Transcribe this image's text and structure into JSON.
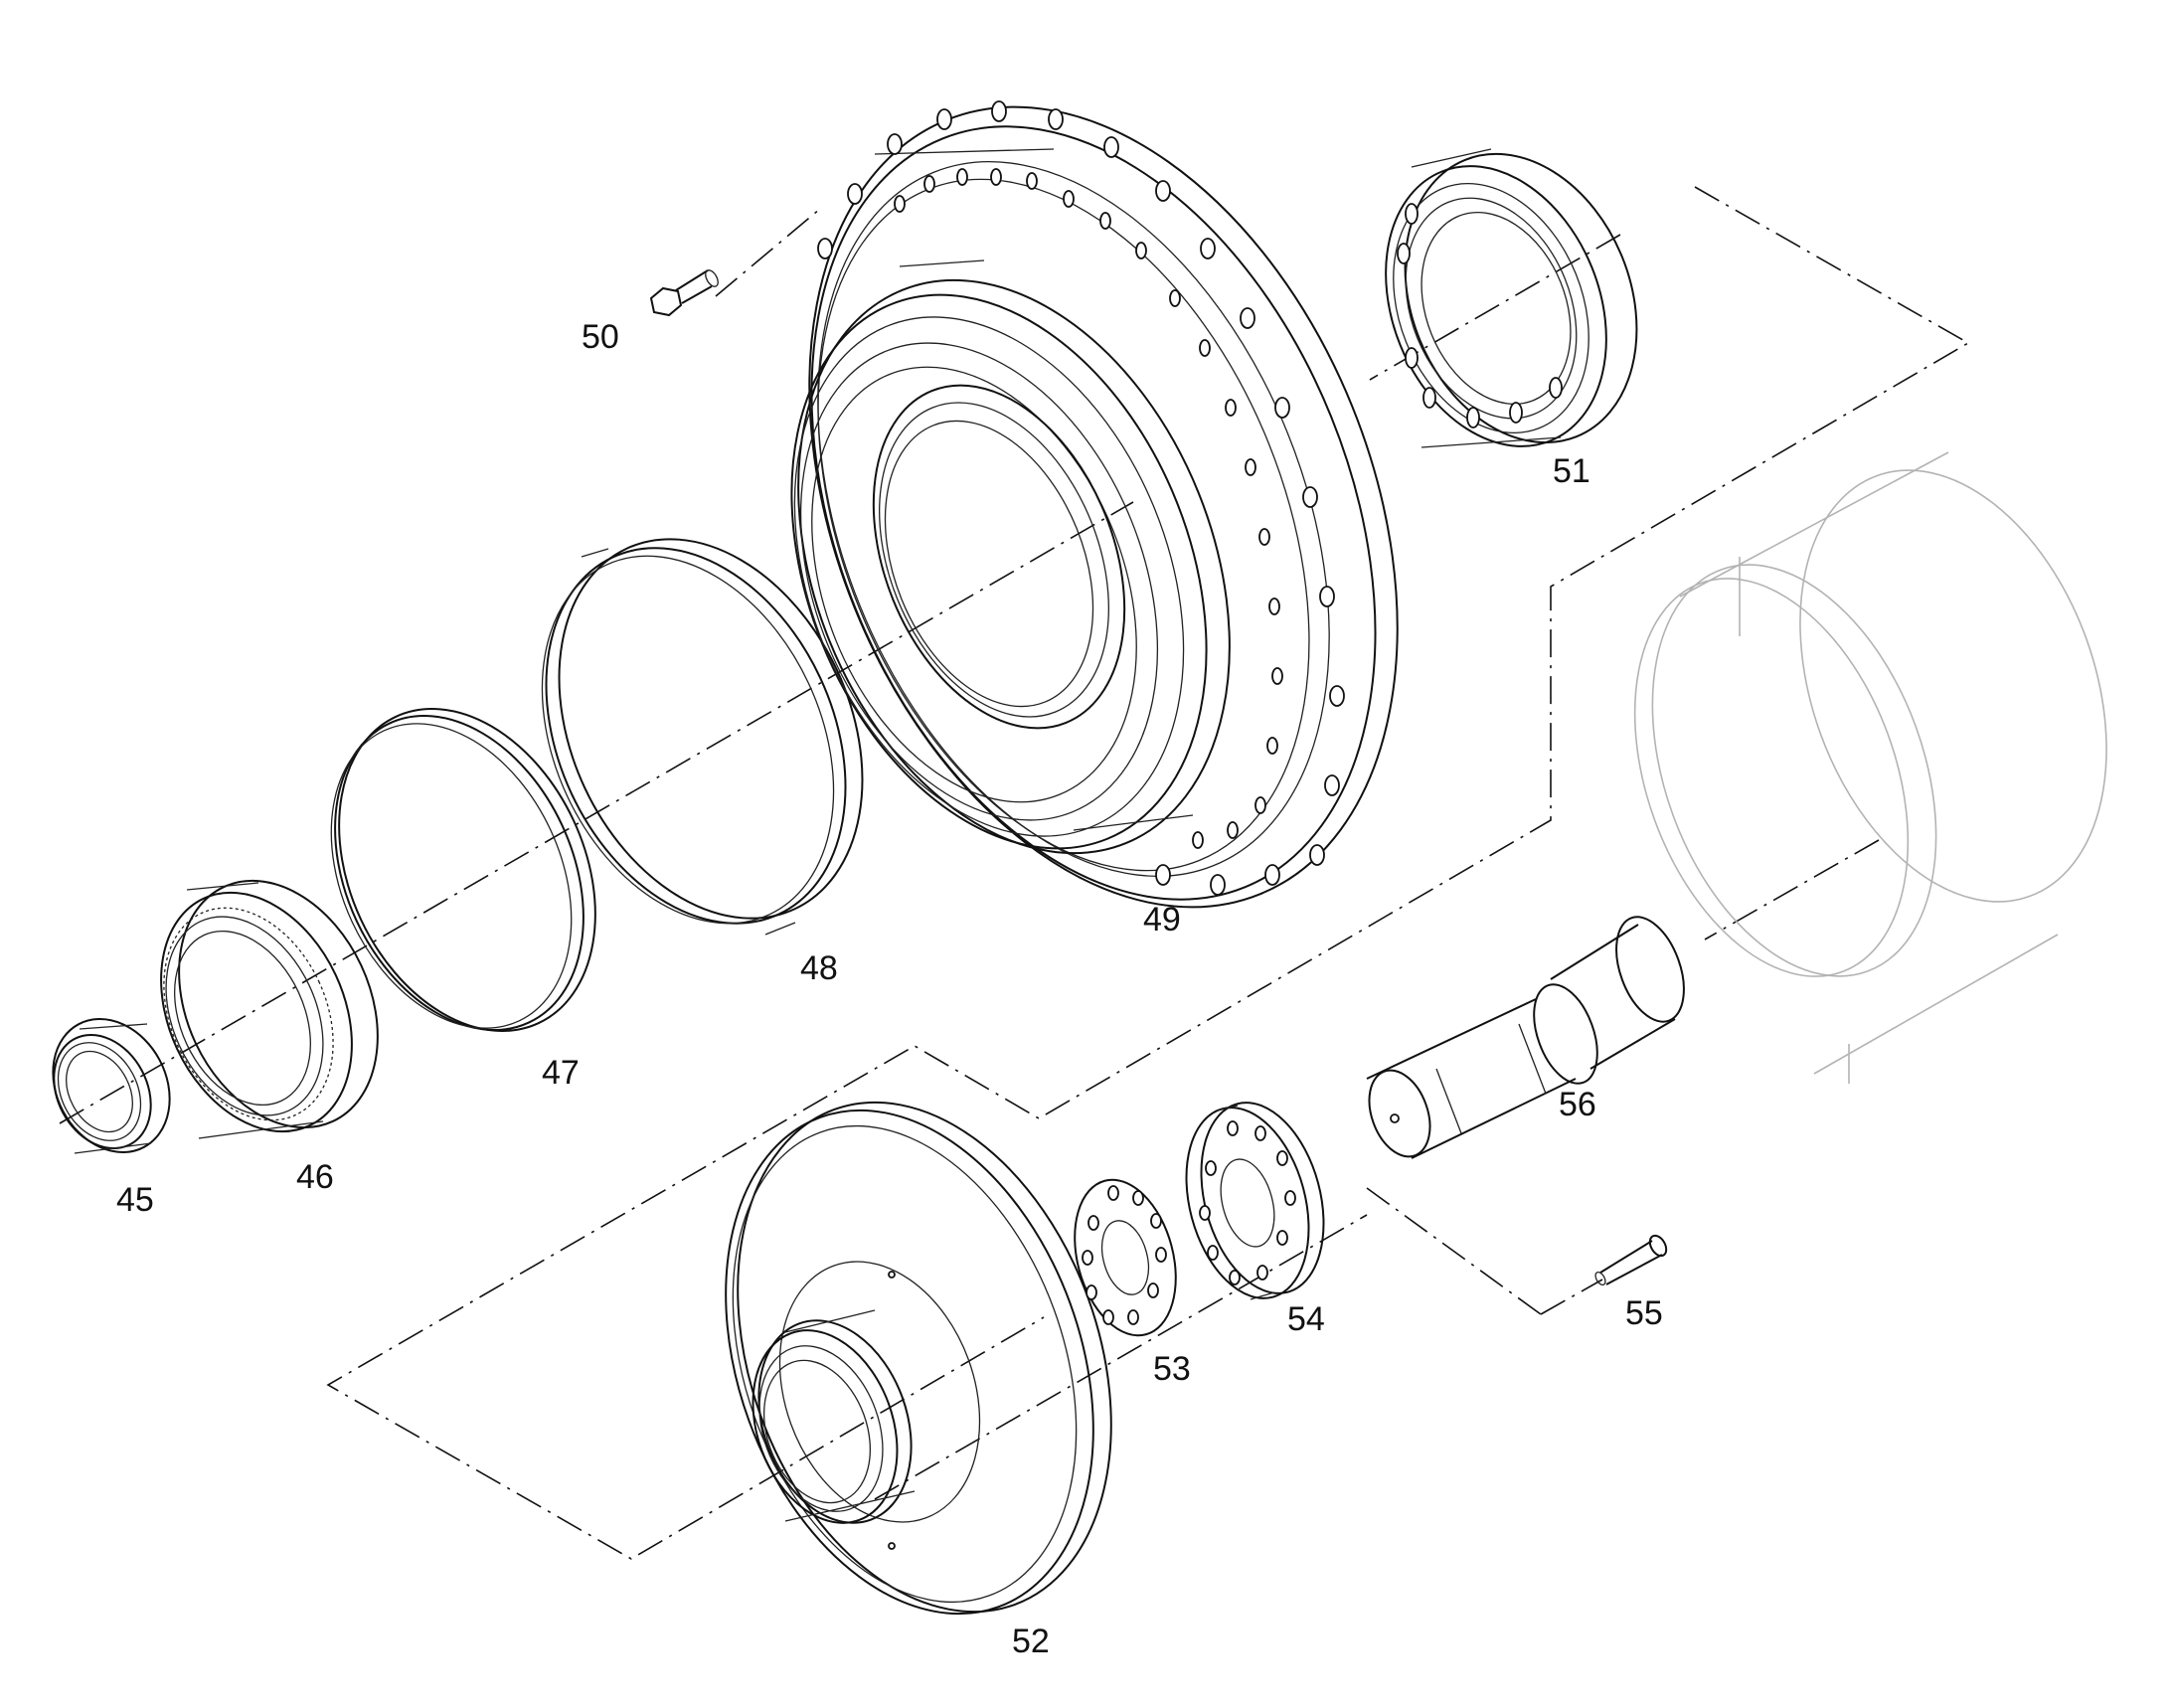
{
  "diagram": {
    "callouts": [
      {
        "id": "45",
        "text": "45"
      },
      {
        "id": "46",
        "text": "46"
      },
      {
        "id": "47",
        "text": "47"
      },
      {
        "id": "48",
        "text": "48"
      },
      {
        "id": "49",
        "text": "49"
      },
      {
        "id": "50",
        "text": "50"
      },
      {
        "id": "51",
        "text": "51"
      },
      {
        "id": "52",
        "text": "52"
      },
      {
        "id": "53",
        "text": "53"
      },
      {
        "id": "54",
        "text": "54"
      },
      {
        "id": "55",
        "text": "55"
      },
      {
        "id": "56",
        "text": "56"
      }
    ]
  },
  "colors": {
    "stroke": "#111111",
    "ghost_part": "#b3b3b3",
    "background": "#ffffff"
  }
}
